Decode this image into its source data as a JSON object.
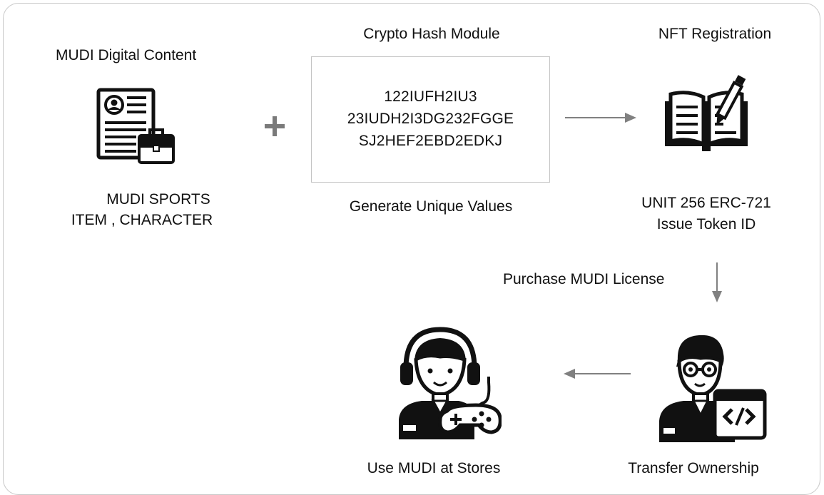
{
  "digital_content": {
    "title": "MUDI Digital Content",
    "caption_line1": "MUDI SPORTS",
    "caption_line2": "ITEM , CHARACTER",
    "icon": "document-briefcase-icon"
  },
  "operator": "+",
  "hash_module": {
    "title": "Crypto Hash Module",
    "lines": [
      "122IUFH2IU3",
      "23IUDH2I3DG232FGGE",
      "SJ2HEF2EBD2EDKJ"
    ],
    "caption": "Generate Unique Values"
  },
  "nft_registration": {
    "title": "NFT Registration",
    "caption_line1": "UNIT 256 ERC-721",
    "caption_line2": "Issue Token ID",
    "icon": "open-book-pen-icon"
  },
  "purchase_label": "Purchase MUDI License",
  "transfer": {
    "caption": "Transfer Ownership",
    "icon": "developer-person-icon"
  },
  "use_stores": {
    "caption": "Use MUDI at Stores",
    "icon": "gamer-person-icon"
  },
  "colors": {
    "arrow": "#808080",
    "icon": "#111111",
    "border": "#c8c8c8"
  }
}
